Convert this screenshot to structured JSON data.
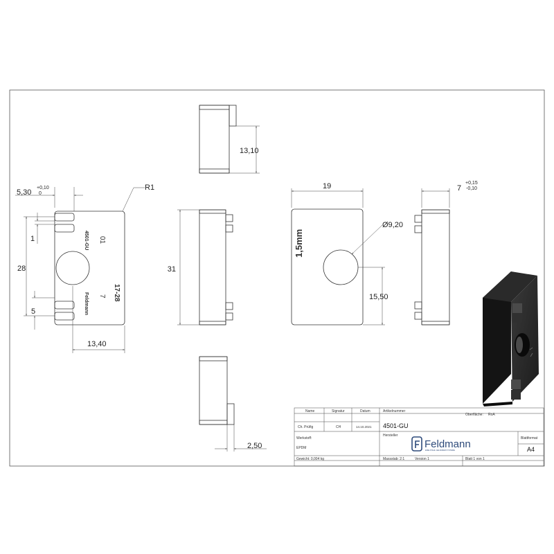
{
  "dimensions": {
    "d_530": "5,30",
    "d_530_tol_upper": "+0,10",
    "d_530_tol_lower": "0",
    "d_r1": "R1",
    "d_1": "1",
    "d_28": "28",
    "d_5": "5",
    "d_1340": "13,40",
    "d_1310": "13,10",
    "d_31": "31",
    "d_250": "2,50",
    "d_19": "19",
    "d_dia920": "Ø9,20",
    "d_1550": "15,50",
    "d_7": "7",
    "d_7_tol_upper": "+0,15",
    "d_7_tol_lower": "-0,10"
  },
  "part_engraving": {
    "code": "4501-GU",
    "brand": "Feldmann",
    "num_01": "01",
    "num_7": "7",
    "range": "17-28",
    "thickness": "1,5mm"
  },
  "title_block": {
    "col_name": "Name",
    "col_signature": "Signatur",
    "col_date": "Datum",
    "row_checked": "Ch. Prüfig",
    "signature_value": "CH",
    "date_value": "14.10.2021",
    "article_label": "Artikelnummer",
    "article_number": "4501-GU",
    "surface_label": "Oberfläche:",
    "surface_value": "RoA",
    "material_label": "Werkstoff:",
    "material_value": "EPDM",
    "manufacturer_label": "Hersteller",
    "sheet_format_label": "Blattformat",
    "sheet_format_value": "A4",
    "weight_text": "Gewicht: 0,004 kg",
    "scale_text": "Massstab: 2:1",
    "version_text": "Version 1",
    "sheet_text": "Blatt 1 von 1",
    "company_name": "Feldmann",
    "company_tagline": "EDELSTAHL GELÄNDER SYSTEME"
  }
}
